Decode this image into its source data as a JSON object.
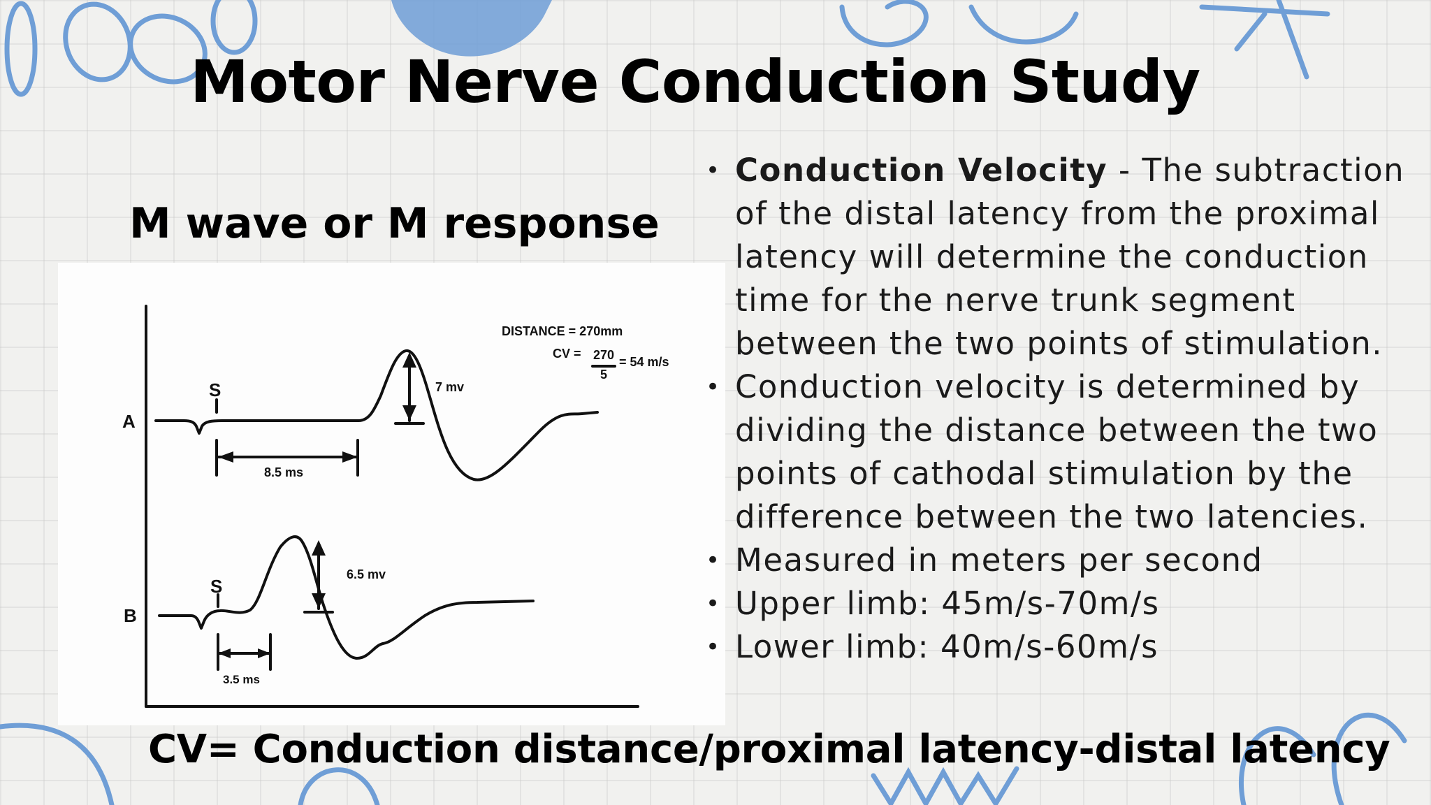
{
  "slide": {
    "title": "Motor Nerve Conduction Study",
    "subtitle": "M wave or M response",
    "formula": "CV= Conduction distance/proximal latency-distal latency"
  },
  "figure": {
    "distance_label": "DISTANCE = 270mm",
    "cv_prefix": "CV =",
    "cv_numerator": "270",
    "cv_denominator": "5",
    "cv_result": "= 54 m/s",
    "trace_a": {
      "label": "A",
      "stim": "S",
      "amplitude": "7 mv",
      "latency": "8.5 ms"
    },
    "trace_b": {
      "label": "B",
      "stim": "S",
      "amplitude": "6.5 mv",
      "latency": "3.5 ms"
    }
  },
  "bullets": [
    {
      "bold": "Conduction Velocity",
      "text": " - The subtraction of the distal latency from the proximal latency will determine the conduction time for the nerve trunk segment between the two points of stimulation."
    },
    {
      "bold": "",
      "text": "Conduction velocity is determined by dividing the distance between the two points of cathodal stimulation by the difference between the two latencies."
    },
    {
      "bold": "",
      "text": "Measured in meters per second"
    },
    {
      "bold": "",
      "text": "Upper limb: 45m/s-70m/s"
    },
    {
      "bold": "",
      "text": "Lower limb: 40m/s-60m/s"
    }
  ],
  "colors": {
    "accent": "#6f9ed6",
    "text": "#000000"
  }
}
